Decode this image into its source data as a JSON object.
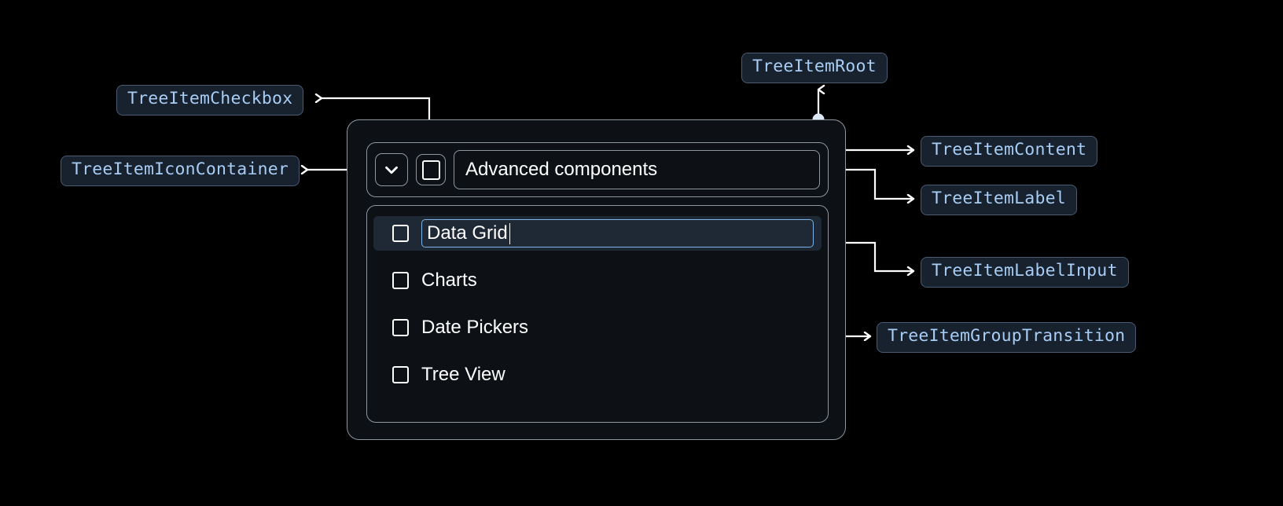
{
  "annotations": [
    {
      "id": "tree-item-checkbox",
      "label": "TreeItemCheckbox"
    },
    {
      "id": "tree-item-icon-container",
      "label": "TreeItemIconContainer"
    },
    {
      "id": "tree-item-root",
      "label": "TreeItemRoot"
    },
    {
      "id": "tree-item-content",
      "label": "TreeItemContent"
    },
    {
      "id": "tree-item-label",
      "label": "TreeItemLabel"
    },
    {
      "id": "tree-item-label-input",
      "label": "TreeItemLabelInput"
    },
    {
      "id": "tree-item-group-transition",
      "label": "TreeItemGroupTransition"
    }
  ],
  "tree": {
    "parent": {
      "label": "Advanced components",
      "expand_icon": "chevron-down-icon",
      "checkbox_state": "unchecked"
    },
    "children": [
      {
        "label": "Data Grid",
        "editing": true,
        "selected": true,
        "checkbox_state": "unchecked"
      },
      {
        "label": "Charts",
        "editing": false,
        "selected": false,
        "checkbox_state": "unchecked"
      },
      {
        "label": "Date Pickers",
        "editing": false,
        "selected": false,
        "checkbox_state": "unchecked"
      },
      {
        "label": "Tree View",
        "editing": false,
        "selected": false,
        "checkbox_state": "unchecked"
      }
    ]
  },
  "colors": {
    "background": "#000000",
    "chip_fill": "#18212e",
    "chip_border": "#4a5b72",
    "chip_text": "#a8cdf5",
    "card_fill": "#0d1116",
    "card_border": "#8f979f",
    "selected_row": "#1e2935",
    "input_border": "#7fb4e8",
    "wire": "#ffffff",
    "text": "#ffffff"
  }
}
